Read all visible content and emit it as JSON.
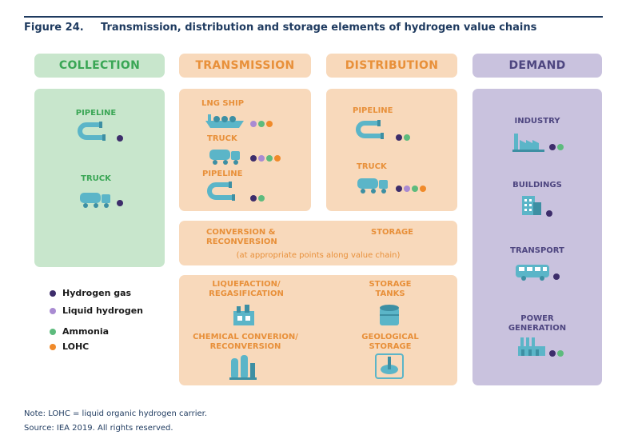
{
  "figure": {
    "number": "Figure 24.",
    "title": "Transmission, distribution and storage elements of hydrogen value chains"
  },
  "colors": {
    "rule": "#1e3a5f",
    "collection_bg": "#c8e6cc",
    "collection_text": "#3aa655",
    "transmission_bg": "#f8d9bb",
    "transmission_text": "#e8903a",
    "demand_bg": "#c9c2de",
    "demand_text": "#4e4680",
    "icon_teal": "#5bb5c8",
    "hydrogen_gas": "#3d2d6b",
    "liquid_hydrogen": "#a98bd2",
    "ammonia": "#5dbb7d",
    "lohc": "#f08a2a"
  },
  "headers": {
    "collection": "COLLECTION",
    "transmission": "TRANSMISSION",
    "distribution": "DISTRIBUTION",
    "demand": "DEMAND"
  },
  "collection": {
    "pipeline": "PIPELINE",
    "truck": "TRUCK"
  },
  "transmission": {
    "lng_ship": "LNG SHIP",
    "truck": "TRUCK",
    "pipeline": "PIPELINE"
  },
  "distribution": {
    "pipeline": "PIPELINE",
    "truck": "TRUCK"
  },
  "demand": {
    "industry": "INDUSTRY",
    "buildings": "BUILDINGS",
    "transport": "TRANSPORT",
    "power_line1": "POWER",
    "power_line2": "GENERATION"
  },
  "conversion_band": {
    "conversion_line1": "CONVERSION &",
    "conversion_line2": "RECONVERSION",
    "storage": "STORAGE",
    "note": "(at appropriate points along value chain)"
  },
  "lower_block": {
    "liquefaction_line1": "LIQUEFACTION/",
    "liquefaction_line2": "REGASIFICATION",
    "storage_tanks_line1": "STORAGE",
    "storage_tanks_line2": "TANKS",
    "chemical_line1": "CHEMICAL CONVERION/",
    "chemical_line2": "RECONVERSION",
    "geological_line1": "GEOLOGICAL",
    "geological_line2": "STORAGE"
  },
  "legend": {
    "hydrogen_gas": "Hydrogen gas",
    "liquid_hydrogen": "Liquid hydrogen",
    "ammonia": "Ammonia",
    "lohc": "LOHC"
  },
  "notes": {
    "note": "Note: LOHC = liquid organic hydrogen carrier.",
    "source": "Source: IEA 2019. All rights reserved."
  }
}
